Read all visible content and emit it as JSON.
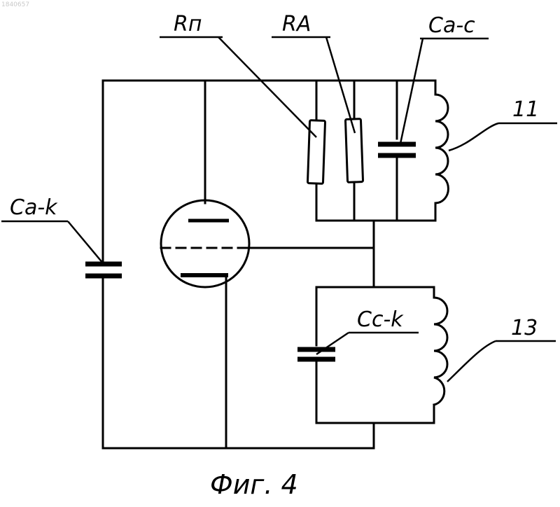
{
  "figure": {
    "doc_number": "1840657",
    "caption": "Фиг. 4"
  },
  "labels": {
    "rp": "Rп",
    "ra": "RA",
    "cac": "Ca-c",
    "cak": "Ca-k",
    "cck": "Cc-k",
    "ref11": "11",
    "ref13": "13"
  }
}
